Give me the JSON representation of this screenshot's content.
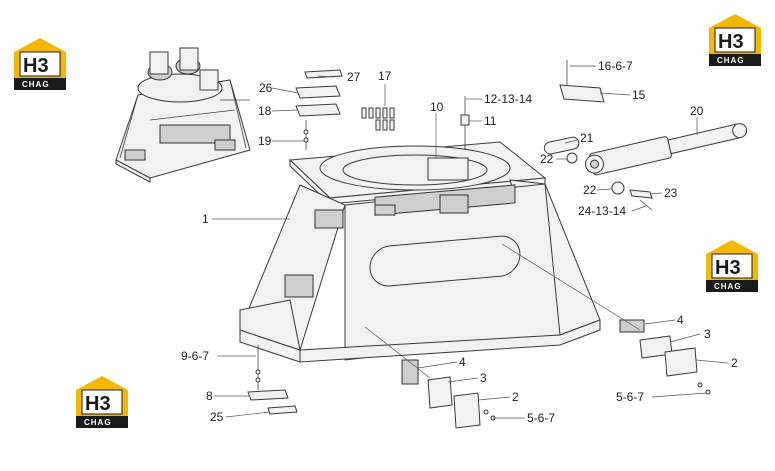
{
  "logo": {
    "mark": "H3",
    "sub": "CHAG",
    "accent": "#f5b800",
    "dark": "#1a1a1a"
  },
  "callouts": [
    {
      "id": "c1",
      "text": "1"
    },
    {
      "id": "c2a",
      "text": "2"
    },
    {
      "id": "c2b",
      "text": "2"
    },
    {
      "id": "c3a",
      "text": "3"
    },
    {
      "id": "c3b",
      "text": "3"
    },
    {
      "id": "c4a",
      "text": "4"
    },
    {
      "id": "c4b",
      "text": "4"
    },
    {
      "id": "c5a",
      "text": "5-6-7"
    },
    {
      "id": "c5b",
      "text": "5-6-7"
    },
    {
      "id": "c8",
      "text": "8"
    },
    {
      "id": "c9",
      "text": "9-6-7"
    },
    {
      "id": "c10",
      "text": "10"
    },
    {
      "id": "c11",
      "text": "11"
    },
    {
      "id": "c12",
      "text": "12-13-14"
    },
    {
      "id": "c15",
      "text": "15"
    },
    {
      "id": "c16",
      "text": "16-6-7"
    },
    {
      "id": "c17",
      "text": "17"
    },
    {
      "id": "c18",
      "text": "18"
    },
    {
      "id": "c19",
      "text": "19"
    },
    {
      "id": "c20",
      "text": "20"
    },
    {
      "id": "c21",
      "text": "21"
    },
    {
      "id": "c22a",
      "text": "22"
    },
    {
      "id": "c22b",
      "text": "22"
    },
    {
      "id": "c23",
      "text": "23"
    },
    {
      "id": "c24",
      "text": "24-13-14"
    },
    {
      "id": "c25",
      "text": "25"
    },
    {
      "id": "c26",
      "text": "26"
    },
    {
      "id": "c27",
      "text": "27"
    }
  ]
}
